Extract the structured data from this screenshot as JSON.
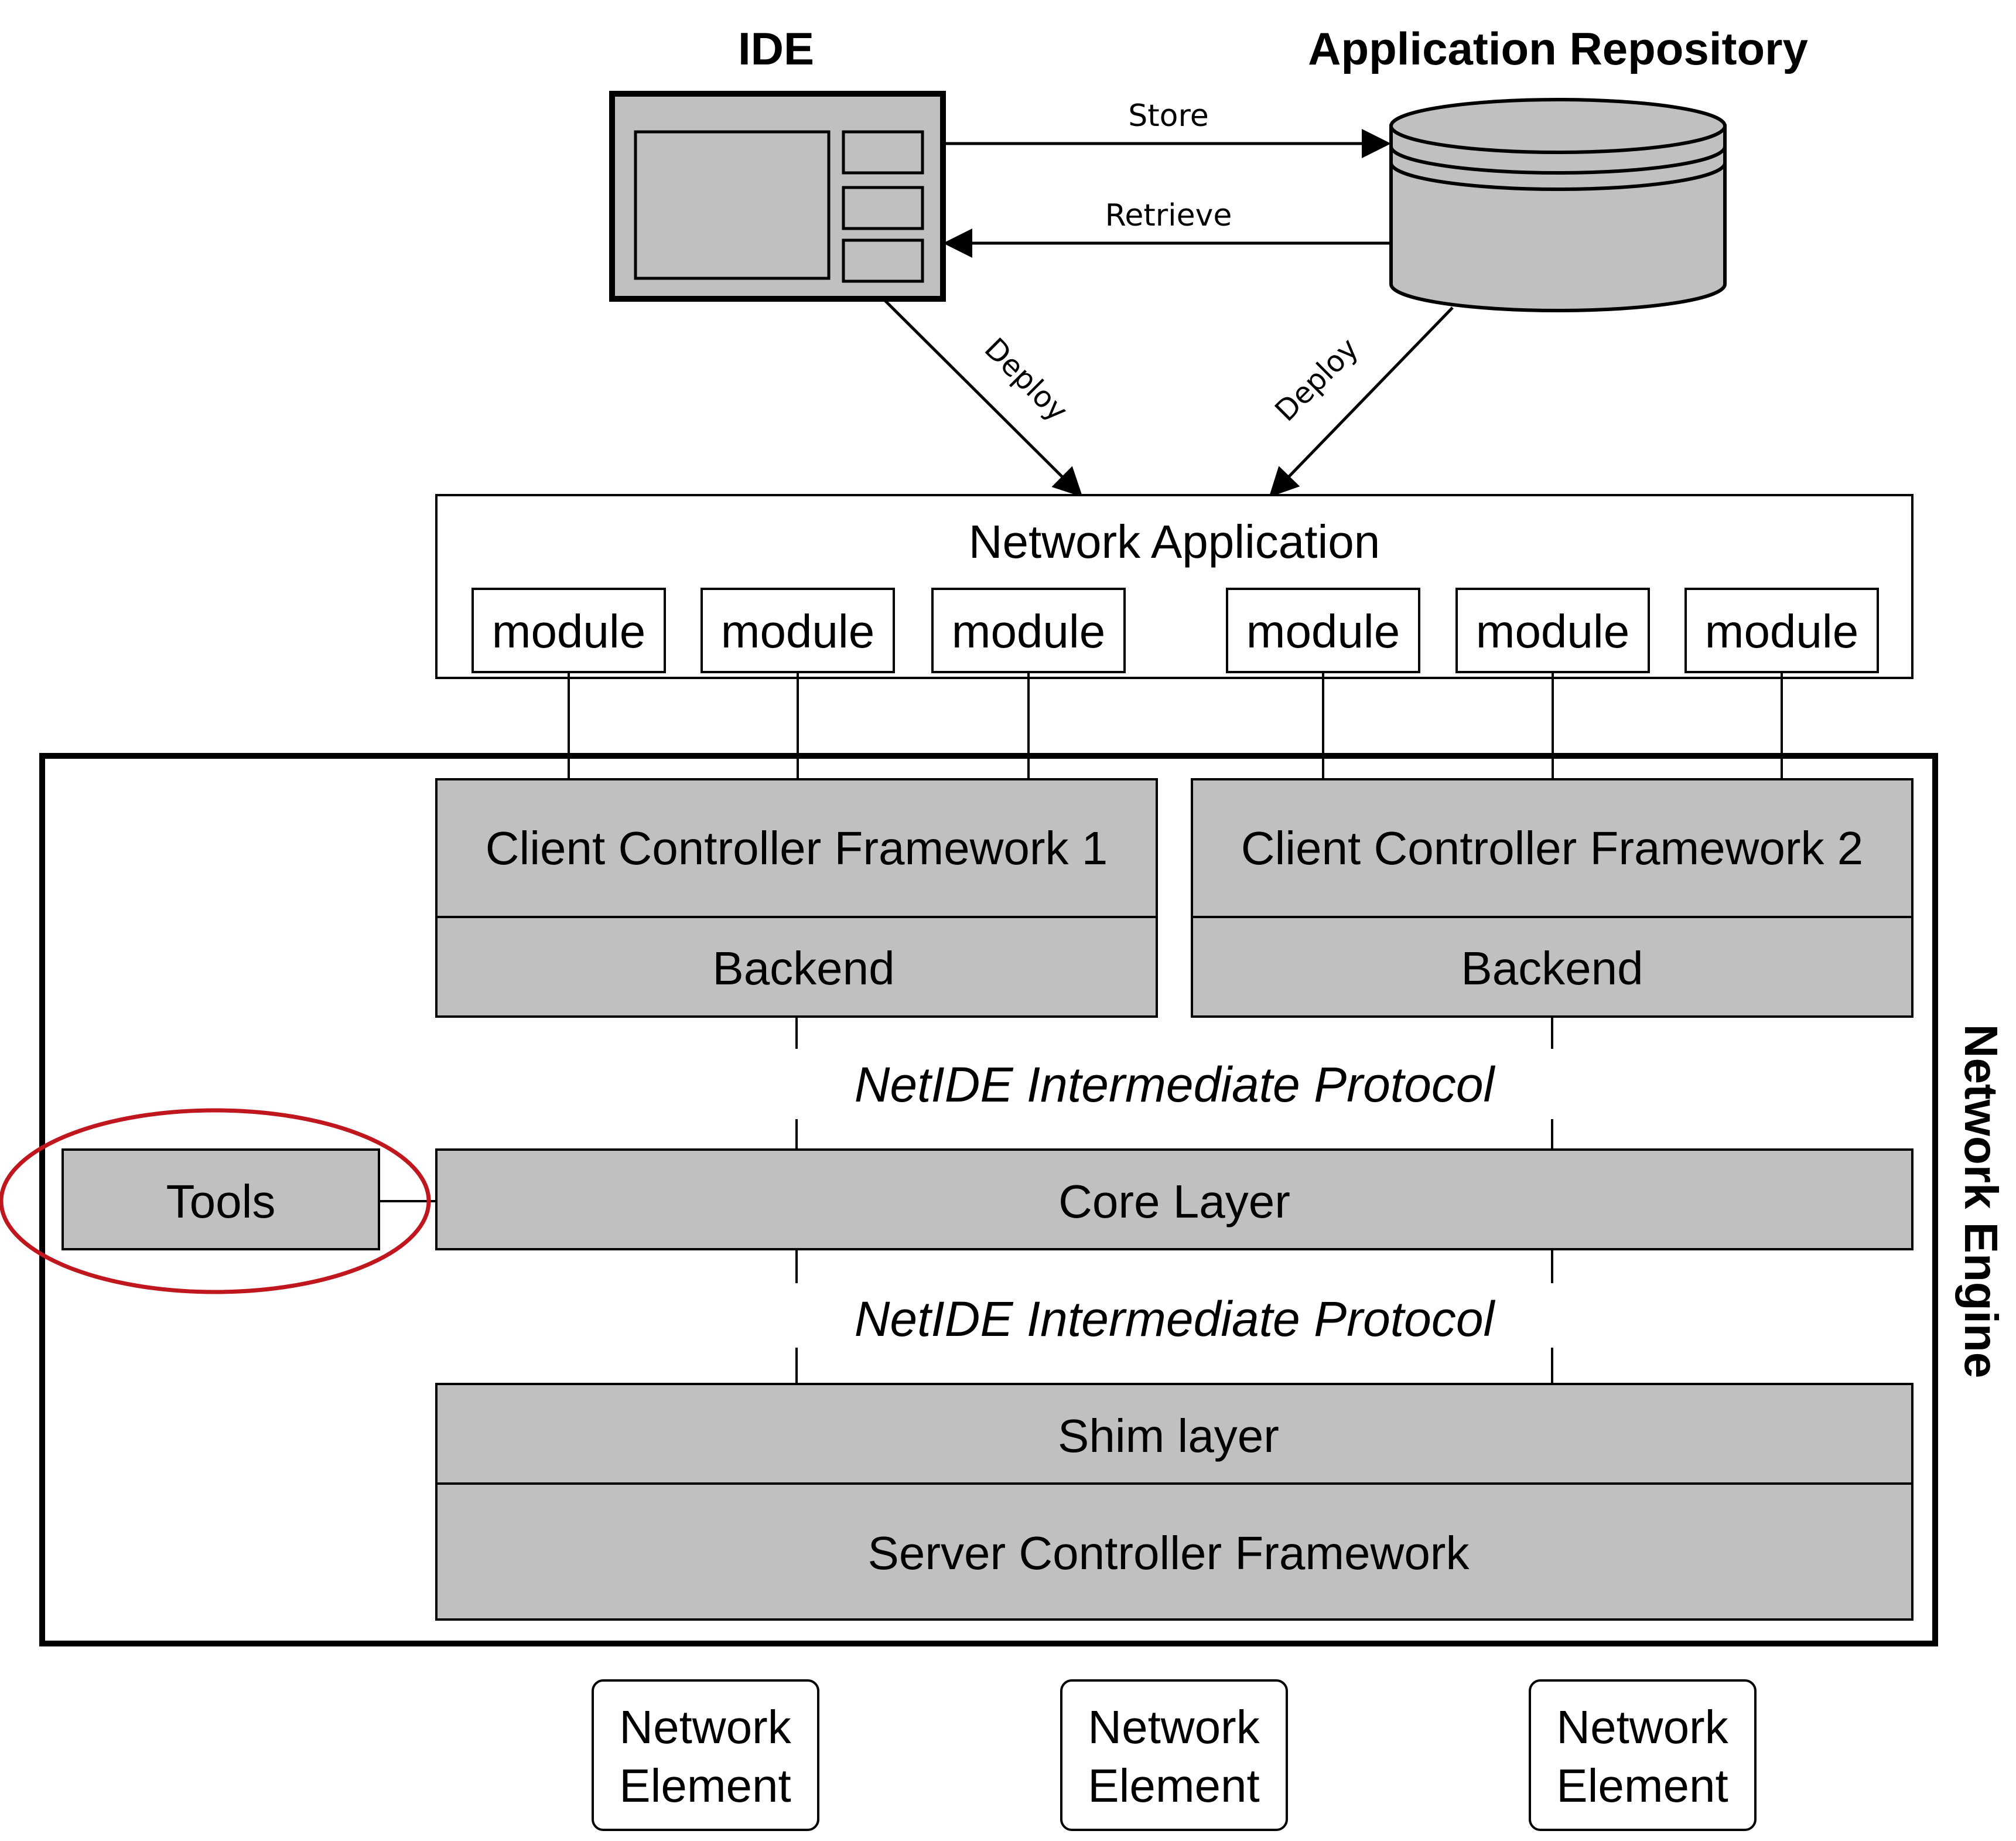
{
  "ide": {
    "title": "IDE"
  },
  "repository": {
    "title": "Application Repository"
  },
  "arrows": {
    "store": "Store",
    "retrieve": "Retrieve",
    "deploy_left": "Deploy",
    "deploy_right": "Deploy"
  },
  "network_application": {
    "title": "Network Application",
    "modules": [
      "module",
      "module",
      "module",
      "module",
      "module",
      "module"
    ]
  },
  "network_engine": {
    "label": "Network Engine",
    "client_frameworks": [
      {
        "name": "Client Controller Framework 1",
        "backend": "Backend"
      },
      {
        "name": "Client Controller Framework 2",
        "backend": "Backend"
      }
    ],
    "protocol_upper": "NetIDE Intermediate Protocol",
    "core_layer": "Core Layer",
    "tools": "Tools",
    "protocol_lower": "NetIDE Intermediate Protocol",
    "shim_layer": "Shim layer",
    "server_framework": "Server Controller Framework"
  },
  "network_elements": [
    {
      "line1": "Network",
      "line2": "Element"
    },
    {
      "line1": "Network",
      "line2": "Element"
    },
    {
      "line1": "Network",
      "line2": "Element"
    }
  ],
  "colors": {
    "box_fill": "#c0c0c0",
    "stroke": "#000000",
    "highlight": "#c0161e"
  }
}
